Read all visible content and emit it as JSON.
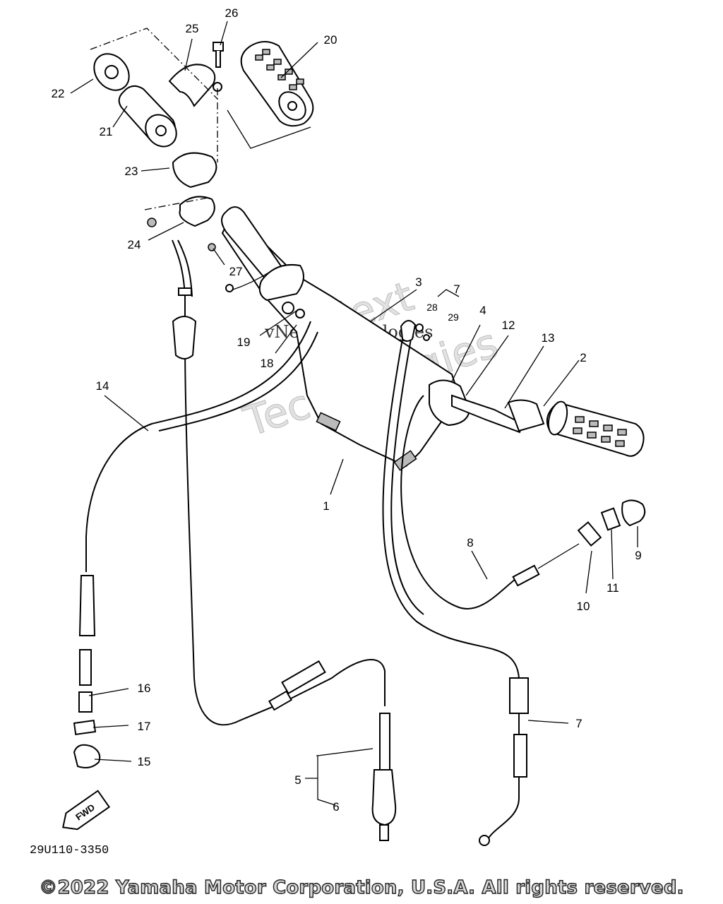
{
  "diagram": {
    "drawing_number": "29U110-3350",
    "direction_marker": "FWD",
    "callouts": [
      "1",
      "2",
      "3",
      "4",
      "5",
      "6",
      "7",
      "7",
      "8",
      "9",
      "10",
      "11",
      "12",
      "13",
      "14",
      "15",
      "16",
      "17",
      "18",
      "19",
      "20",
      "21",
      "22",
      "23",
      "24",
      "25",
      "26",
      "27",
      "28",
      "29"
    ]
  },
  "watermark": {
    "line1": "vNext",
    "line2": "Technologies",
    "line3": "vNext Technologies"
  },
  "footer": {
    "copyright": "©2022 Yamaha Motor Corporation, U.S.A. All rights reserved."
  }
}
